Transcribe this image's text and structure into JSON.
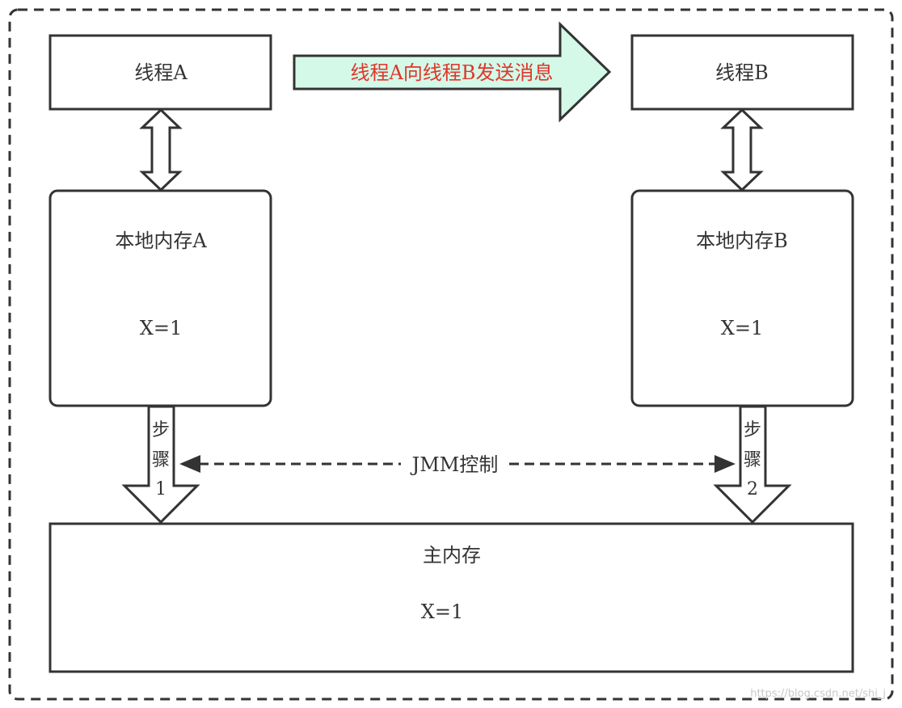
{
  "colors": {
    "stroke": "#333333",
    "message_arrow_fill": "#d4f9e8",
    "message_text": "#e0352b",
    "box_fill": "#ffffff",
    "watermark": "#c9c9c9"
  },
  "thread_a": {
    "label": "线程A"
  },
  "thread_b": {
    "label": "线程B"
  },
  "message": {
    "label": "线程A向线程B发送消息"
  },
  "local_memory_a": {
    "title": "本地内存A",
    "value": "X=1"
  },
  "local_memory_b": {
    "title": "本地内存B",
    "value": "X=1"
  },
  "step_1": {
    "line1": "步",
    "line2": "骤",
    "line3": "1"
  },
  "step_2": {
    "line1": "步",
    "line2": "骤",
    "line3": "2"
  },
  "jmm": {
    "label": "JMM控制"
  },
  "main_memory": {
    "title": "主内存",
    "value": "X=1"
  },
  "watermark": {
    "text": "https://blog.csdn.net/shi_j"
  }
}
